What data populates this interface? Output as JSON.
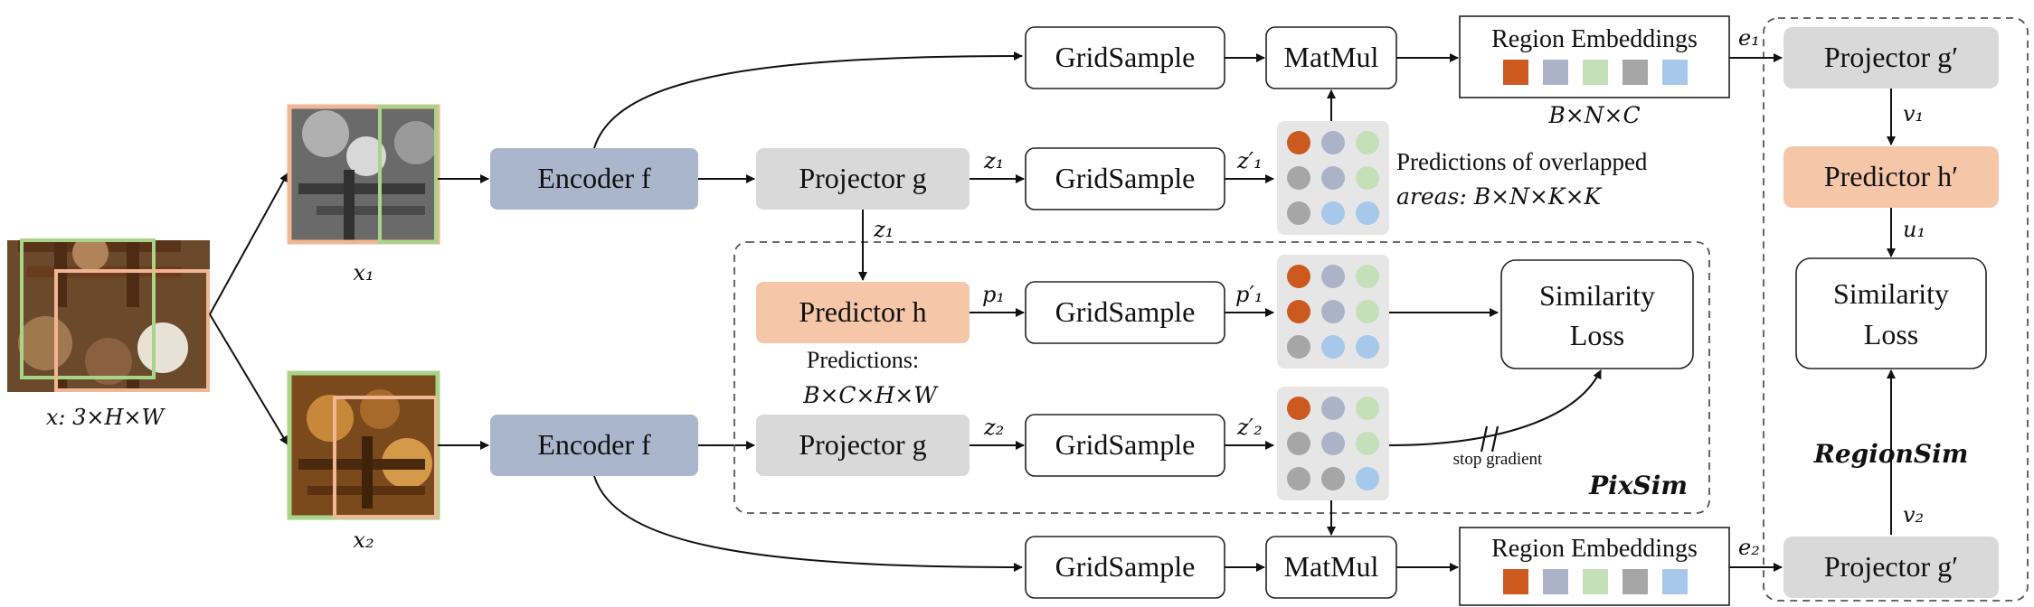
{
  "input": {
    "label": "x: 3×H×W",
    "view1_label": "x₁",
    "view2_label": "x₂"
  },
  "encoder": {
    "top": "Encoder f",
    "bottom": "Encoder f"
  },
  "projector_g": {
    "top": "Projector g",
    "bottom": "Projector g"
  },
  "predictor_h": {
    "label": "Predictor h",
    "note_line1": "Predictions:",
    "note_line2": "B×C×H×W"
  },
  "gridsample": {
    "label": "GridSample"
  },
  "matmul": {
    "label": "MatMul"
  },
  "region_embeddings": {
    "label": "Region Embeddings",
    "shape": "B×N×C",
    "swatch_colors": [
      "#cc5a1e",
      "#aab3c8",
      "#c4e0b8",
      "#a6a6a6",
      "#a6c8ea"
    ]
  },
  "overlap": {
    "line1": "Predictions of overlapped",
    "line2": "areas:  B×N×K×K"
  },
  "similarity_loss": {
    "line1": "Similarity",
    "line2": "Loss"
  },
  "stop_gradient": "stop gradient",
  "pixsim": "PixSim",
  "regionsim": "RegionSim",
  "projector_g_prime": {
    "label": "Projector g′"
  },
  "predictor_h_prime": {
    "label": "Predictor h′"
  },
  "symbols": {
    "z1": "z₁",
    "z1p": "z′₁",
    "z2": "z₂",
    "z2p": "z′₂",
    "p1": "p₁",
    "p1p": "p′₁",
    "e1": "e₁",
    "e2": "e₂",
    "v1": "v₁",
    "v2": "v₂",
    "u1": "u₁"
  },
  "colors": {
    "encoder": "#a9b6cc",
    "projector": "#d9d9d9",
    "predictor": "#f5c6a8",
    "grid_bg": "#e6e6e6",
    "orange_dot": "#cc5a1e",
    "blue_gray_dot": "#aab3c8",
    "green_dot": "#c4e0b8",
    "gray_dot": "#a6a6a6",
    "blue_dot": "#a6c8ea"
  }
}
